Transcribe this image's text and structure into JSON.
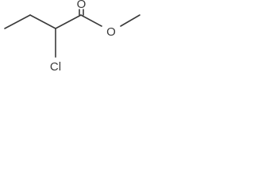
{
  "molecule": {
    "atoms": {
      "oxygen_carbonyl": "O",
      "oxygen_ester": "O",
      "chlorine": "Cl"
    },
    "bond_color": "#3a3a3a",
    "background": "#ffffff"
  }
}
